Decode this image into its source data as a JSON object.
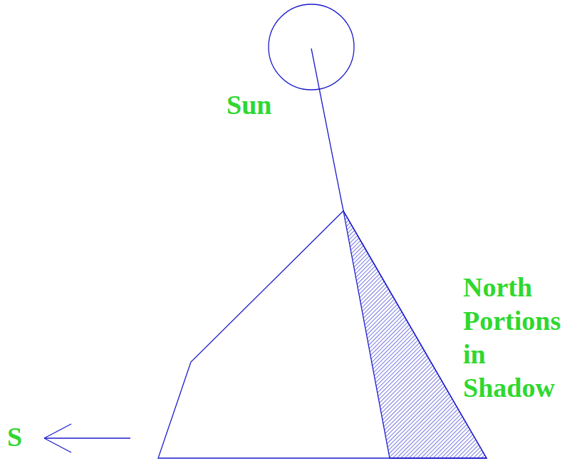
{
  "diagram": {
    "labels": [
      "Sun",
      "North Portions in Shadow",
      "S"
    ]
  }
}
